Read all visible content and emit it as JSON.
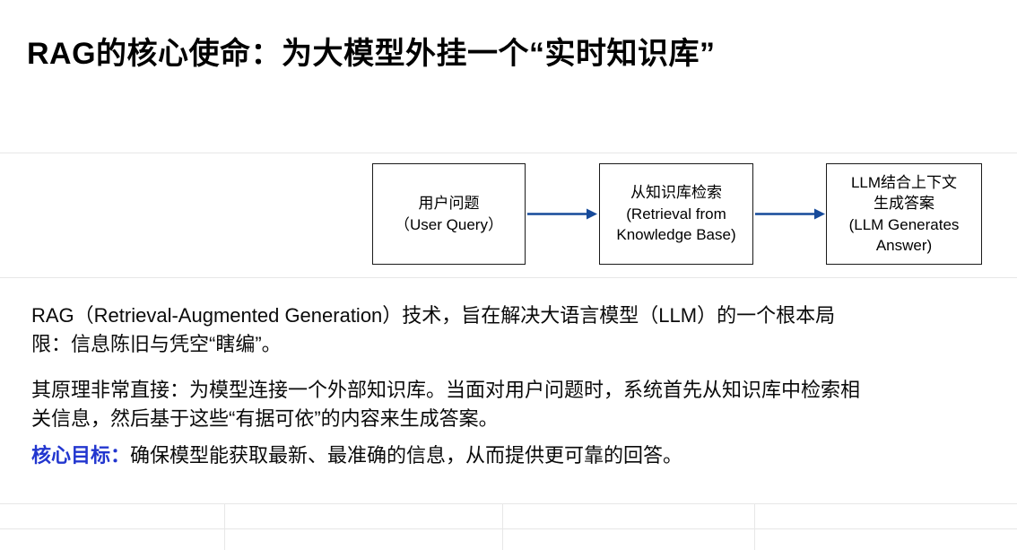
{
  "slide": {
    "title": "RAG的核心使命：为大模型外挂一个“实时知识库”",
    "flow": {
      "nodes": [
        {
          "id": "user-query",
          "lines": [
            "用户问题",
            "（User Query）"
          ]
        },
        {
          "id": "retrieval",
          "lines": [
            "从知识库检索",
            "(Retrieval from",
            "Knowledge Base)"
          ]
        },
        {
          "id": "llm-answer",
          "lines": [
            "LLM结合上下文",
            "生成答案",
            "(LLM Generates",
            "Answer)"
          ]
        }
      ]
    },
    "paragraphs": {
      "p1": "RAG（Retrieval-Augmented Generation）技术，旨在解决大语言模型（LLM）的一个根本局限：信息陈旧与凭空“瞎编”。",
      "p2": "其原理非常直接：为模型连接一个外部知识库。当面对用户问题时，系统首先从知识库中检索相关信息，然后基于这些“有据可依”的内容来生成答案。",
      "p3_lead": "核心目标：",
      "p3_text": "确保模型能获取最新、最准确的信息，从而提供更可靠的回答。"
    },
    "colors": {
      "arrow_blue": "#164a9a",
      "accent_blue": "#2236cf",
      "box_border": "#1a1a1a",
      "grid_line": "#e7e7e7"
    }
  }
}
